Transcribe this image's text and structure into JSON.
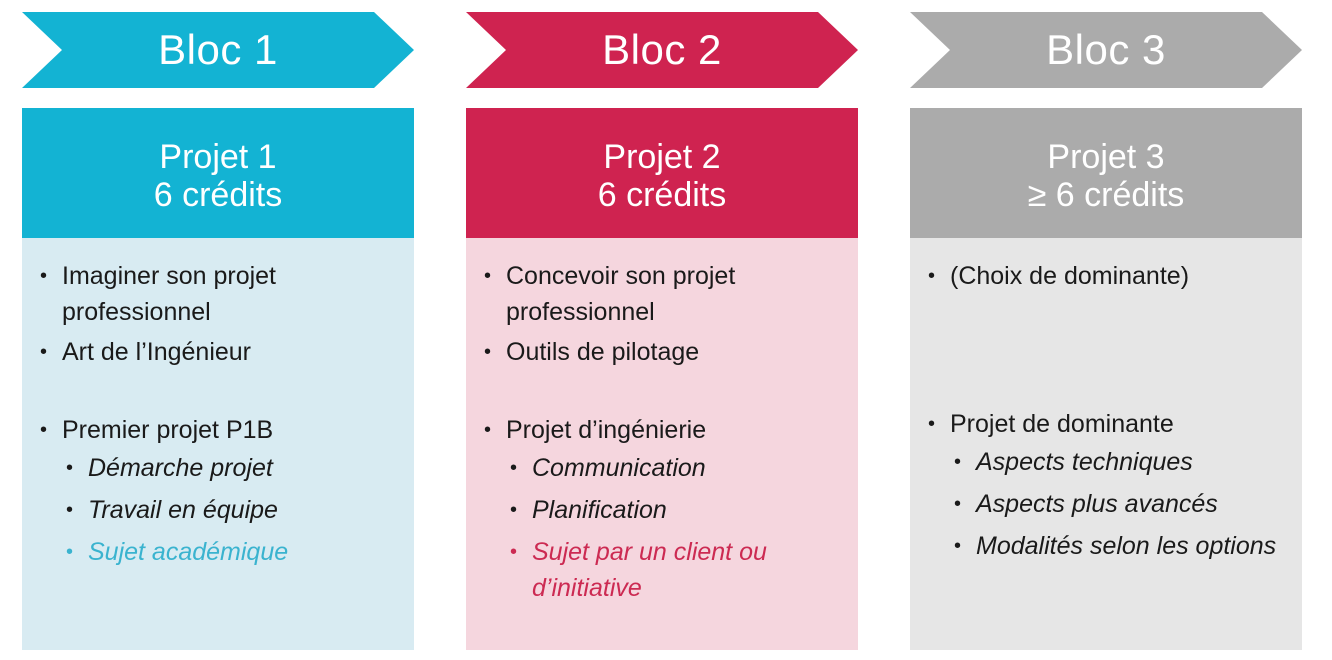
{
  "colors": {
    "bloc1": "#13b3d3",
    "bloc1_light": "#d8ebf2",
    "bloc2": "#cf2350",
    "bloc2_light": "#f5d6de",
    "bloc3": "#ababab",
    "bloc3_light": "#e6e6e6"
  },
  "columns": [
    {
      "bloc": "Bloc 1",
      "projet": "Projet 1",
      "credits": "6 crédits",
      "items": [
        "Imaginer son projet professionnel",
        "Art de l’Ingénieur"
      ],
      "group": {
        "title": "Premier projet P1B",
        "sub": [
          "Démarche projet",
          "Travail en équipe"
        ],
        "highlight": "Sujet académique"
      }
    },
    {
      "bloc": "Bloc 2",
      "projet": "Projet 2",
      "credits": "6 crédits",
      "items": [
        "Concevoir son projet professionnel",
        "Outils de pilotage"
      ],
      "group": {
        "title": "Projet d’ingénierie",
        "sub": [
          "Communication",
          "Planification"
        ],
        "highlight": "Sujet par un client ou d’initiative"
      }
    },
    {
      "bloc": "Bloc 3",
      "projet": "Projet 3",
      "credits": "≥ 6 crédits",
      "items": [
        "(Choix de dominante)"
      ],
      "group": {
        "title": "Projet de dominante",
        "sub": [
          "Aspects techniques",
          "Aspects plus avancés",
          "Modalités selon les options"
        ]
      }
    }
  ]
}
